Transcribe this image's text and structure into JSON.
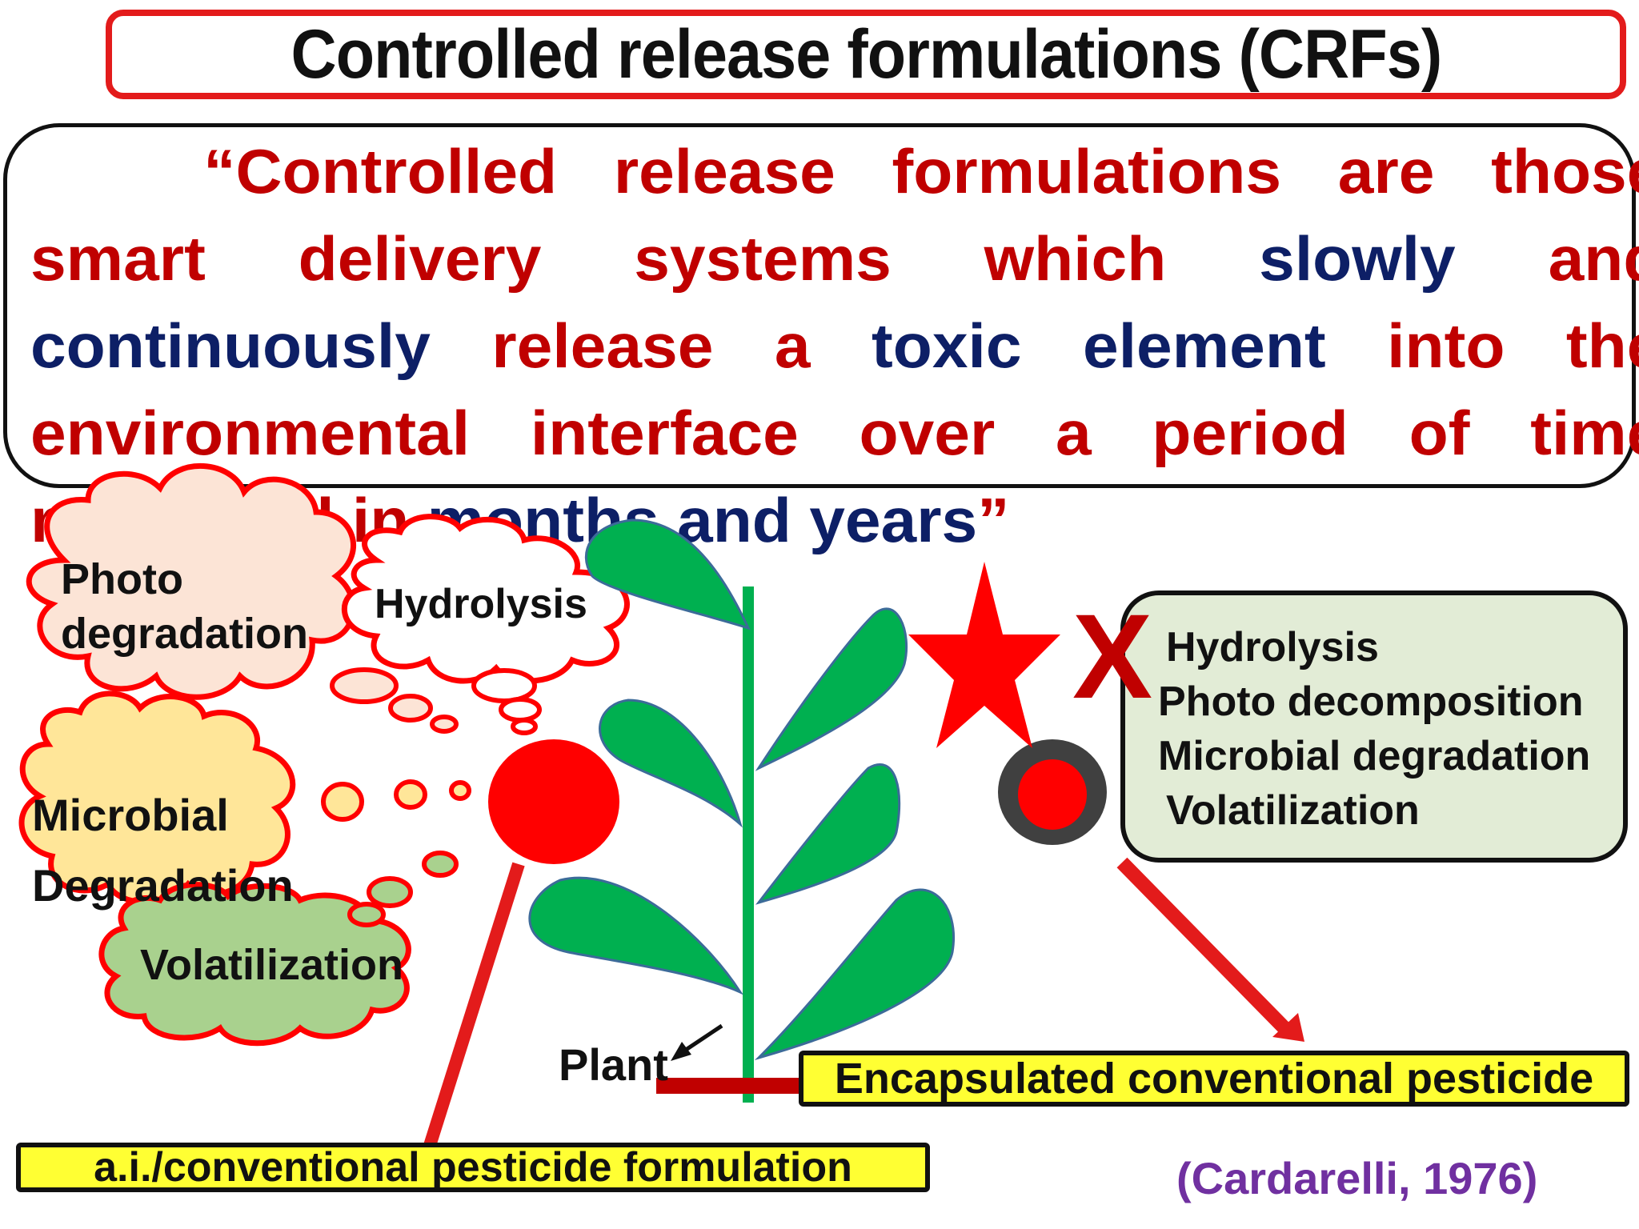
{
  "title": "Controlled release formulations (CRFs)",
  "definition": [
    {
      "text": "“Controlled release formulations are those smart delivery systems which ",
      "color": "#c00000"
    },
    {
      "text": "slowly",
      "color": "#0d1f66"
    },
    {
      "text": " and ",
      "color": "#c00000"
    },
    {
      "text": "continuously",
      "color": "#0d1f66"
    },
    {
      "text": " release a ",
      "color": "#c00000"
    },
    {
      "text": "toxic element",
      "color": "#0d1f66"
    },
    {
      "text": " into the environmental interface over a period of time measured in ",
      "color": "#c00000"
    },
    {
      "text": "months and years",
      "color": "#0d1f66"
    },
    {
      "text": "”",
      "color": "#c00000"
    }
  ],
  "clouds": {
    "photo": {
      "line1": "Photo",
      "line2": "degradation",
      "fill": "#fce4d6"
    },
    "hydrolysis": {
      "label": "Hydrolysis",
      "fill": "#ffffff"
    },
    "microbial": {
      "line1": "Microbial",
      "line2": "Degradation",
      "fill": "#ffe699"
    },
    "volatilization": {
      "label": "Volatilization",
      "fill": "#a9d18e"
    }
  },
  "plant_label": "Plant",
  "blocked_processes": {
    "items": [
      "Hydrolysis",
      "Photo decomposition",
      "Microbial degradation",
      "Volatilization"
    ],
    "cross_mark": "X"
  },
  "labels": {
    "conventional": "a.i./conventional pesticide formulation",
    "encapsulated": "Encapsulated conventional pesticide"
  },
  "citation": "(Cardarelli, 1976)",
  "colors": {
    "red": "#ff0000",
    "border_red": "#e31b1b",
    "leaf_green": "#00b050",
    "label_yellow": "#ffff33",
    "citation_purple": "#7030a0",
    "capsule_grey": "#404040"
  }
}
